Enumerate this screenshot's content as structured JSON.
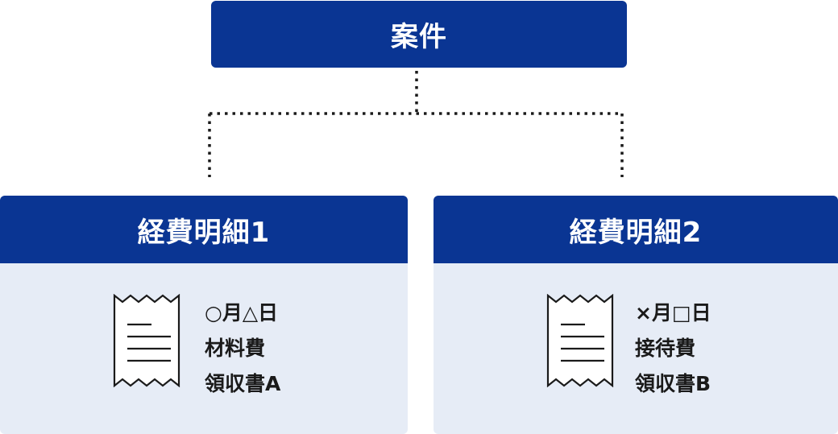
{
  "root": {
    "label": "案件"
  },
  "details": [
    {
      "title": "経費明細1",
      "lines": [
        "○月△日",
        "材料費",
        "領収書A"
      ]
    },
    {
      "title": "経費明細2",
      "lines": [
        "×月□日",
        "接待費",
        "領収書B"
      ]
    }
  ],
  "colors": {
    "header": "#0a3593",
    "card_body": "#e6ecf6",
    "connector": "#1a1a1a",
    "text": "#1a1a1a"
  },
  "icons": [
    "receipt-icon"
  ]
}
